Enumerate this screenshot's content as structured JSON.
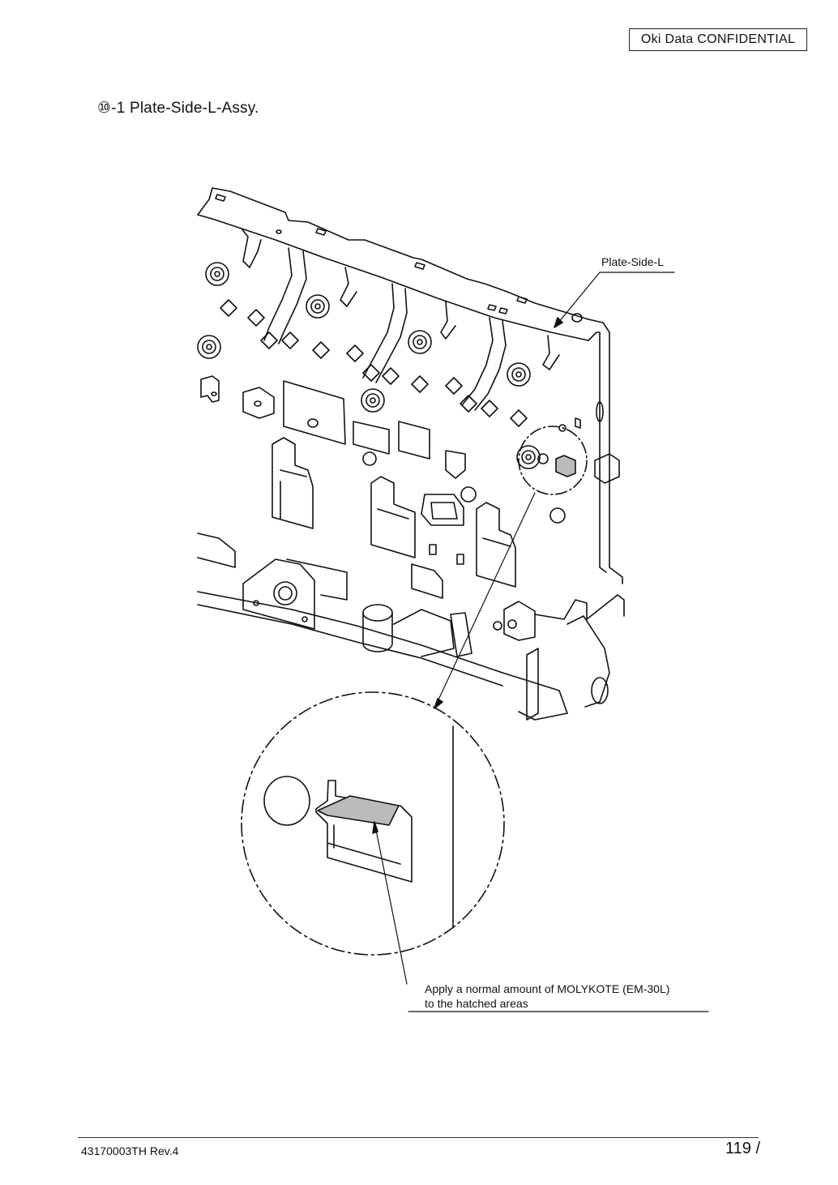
{
  "header": {
    "confidential": "Oki Data CONFIDENTIAL",
    "section_title": "⑩-1 Plate-Side-L-Assy."
  },
  "figure": {
    "part_label": "Plate-Side-L",
    "note_line1": "Apply a normal amount of MOLYKOTE (EM-30L)",
    "note_line2": "to the hatched areas"
  },
  "footer": {
    "doc_id": "43170003TH  Rev.4",
    "page": "119 /"
  }
}
